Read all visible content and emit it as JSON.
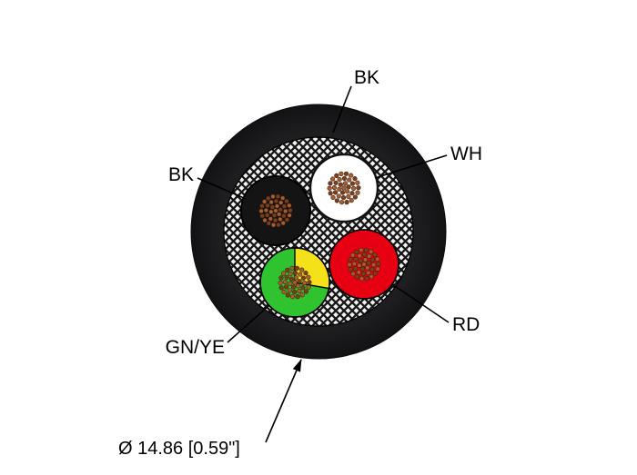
{
  "diagram": {
    "title": "cable-cross-section",
    "labels": {
      "jacket_top": "BK",
      "white_conductor": "WH",
      "black_conductor": "BK",
      "red_conductor": "RD",
      "green_yellow_conductor": "GN/YE"
    },
    "dimension": "Ø 14.86 [0.59\"]",
    "colors": {
      "jacket": "#1c1c1e",
      "jacket_edge": "#111113",
      "braid_bg": "#f2f2f2",
      "braid_line": "#161616",
      "white": "#ffffff",
      "black": "#141414",
      "red": "#e60012",
      "green": "#2fc42f",
      "yellow": "#f5e11a",
      "outline": "#000000",
      "copper": "#a55f32",
      "copper_dark": "#7a3f1d",
      "copper_stroke": "#401f0c"
    }
  }
}
